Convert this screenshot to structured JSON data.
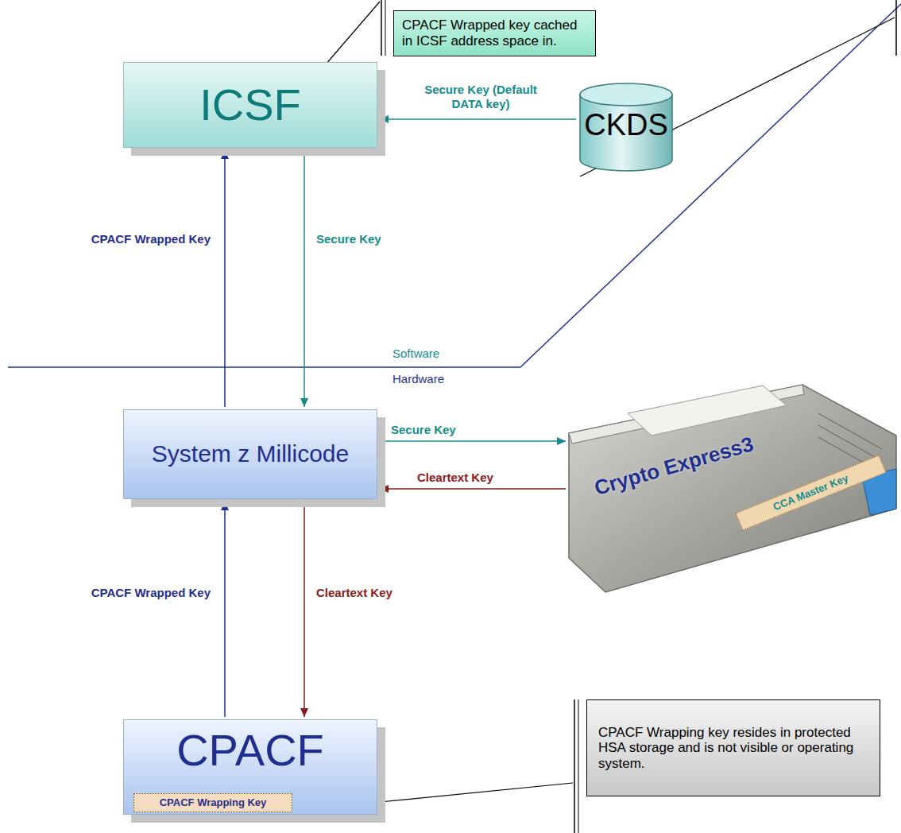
{
  "diagram": {
    "nodes": [
      {
        "text": [
          "CPACF Wrapped key cached in ICSF address space in."
        ]
      },
      {
        "text": [
          "ICSF"
        ]
      },
      {
        "text": [
          "CKDS"
        ]
      },
      {
        "text": [
          "System z Millicode"
        ]
      },
      {
        "text": [
          "Crypto Express3"
        ]
      },
      {
        "text": [
          "CCA Master Key"
        ],
        "in": 4
      },
      {
        "text": [
          "CPACF"
        ]
      },
      {
        "text": [
          "CPACF Wrapping Key"
        ],
        "in": 6
      },
      {
        "text": [
          "CPACF Wrapping key resides in protected HSA storage and is not visible or operating system."
        ]
      }
    ],
    "edges": [
      {
        "from": 2,
        "to": 1,
        "label": "Secure Key (Default DATA key)",
        "arrow": "to"
      },
      {
        "from": 3,
        "to": 1,
        "label": "CPACF Wrapped Key",
        "arrow": "to"
      },
      {
        "from": 1,
        "to": 3,
        "label": "Secure Key",
        "arrow": "to"
      },
      {
        "from": 3,
        "to": 4,
        "label": "Secure Key",
        "arrow": "to"
      },
      {
        "from": 4,
        "to": 3,
        "label": "Cleartext Key",
        "arrow": "to"
      },
      {
        "from": 6,
        "to": 3,
        "label": "CPACF Wrapped Key",
        "arrow": "to"
      },
      {
        "from": 3,
        "to": 6,
        "label": "Cleartext Key",
        "arrow": "to"
      }
    ],
    "labels": [
      "Software",
      "Hardware"
    ]
  }
}
